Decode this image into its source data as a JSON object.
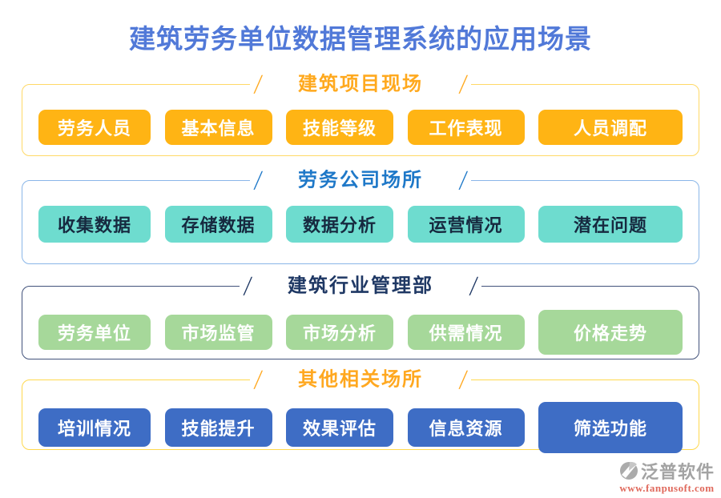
{
  "title": "建筑劳务单位数据管理系统的应用场景",
  "colors": {
    "title": "#5179d8",
    "watermark_brand": "#a3a3a3",
    "watermark_url": "#e0695c",
    "background": "#ffffff"
  },
  "sections": [
    {
      "header": "建筑项目现场",
      "buttons": [
        "劳务人员",
        "基本信息",
        "技能等级",
        "工作表现",
        "人员调配"
      ],
      "colors": {
        "header": "#ffa91e",
        "border": "#ffd966",
        "btn_bg": "#ffb414",
        "btn_fg": "#ffffff"
      }
    },
    {
      "header": "劳务公司场所",
      "buttons": [
        "收集数据",
        "存储数据",
        "数据分析",
        "运营情况",
        "潜在问题"
      ],
      "colors": {
        "header": "#1e78c8",
        "border": "#8ab6e8",
        "btn_bg": "#6edccf",
        "btn_fg": "#16293f"
      }
    },
    {
      "header": "建筑行业管理部",
      "buttons": [
        "劳务单位",
        "市场监管",
        "市场分析",
        "供需情况",
        "价格走势"
      ],
      "colors": {
        "header": "#1f3864",
        "border": "#42527b",
        "btn_bg": "#a6d89a",
        "btn_fg": "#ffffff"
      }
    },
    {
      "header": "其他相关场所",
      "buttons": [
        "培训情况",
        "技能提升",
        "效果评估",
        "信息资源",
        "筛选功能"
      ],
      "colors": {
        "header": "#ffa820",
        "border": "#ffd84d",
        "btn_bg": "#3e6dc5",
        "btn_fg": "#ffffff"
      }
    }
  ],
  "watermark": {
    "brand": "泛普软件",
    "url": "www.fanpusoft.com"
  }
}
